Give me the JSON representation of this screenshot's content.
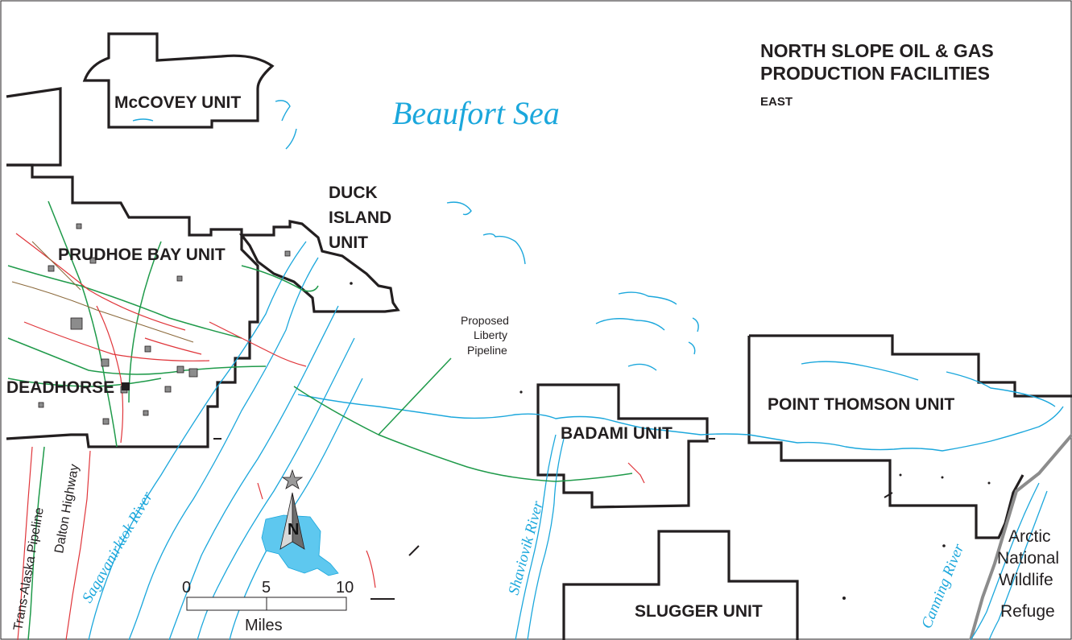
{
  "title": {
    "line1": "NORTH SLOPE OIL & GAS",
    "line2": "PRODUCTION FACILITIES",
    "subtitle": "EAST"
  },
  "water": {
    "sea": "Beaufort Sea"
  },
  "units": {
    "mccovey": "McCOVEY UNIT",
    "prudhoe": "PRUDHOE BAY UNIT",
    "duck_line1": "DUCK",
    "duck_line2": "ISLAND",
    "duck_line3": "UNIT",
    "badami": "BADAMI UNIT",
    "point_thomson": "POINT THOMSON UNIT",
    "slugger": "SLUGGER  UNIT"
  },
  "places": {
    "deadhorse": "DEADHORSE"
  },
  "annotations": {
    "liberty_line1": "Proposed",
    "liberty_line2": "Liberty",
    "liberty_line3": "Pipeline"
  },
  "rivers": {
    "sagavanirktok": "Sagavanirktok River",
    "shaviovik": "Shaviovik River",
    "canning": "Canning River"
  },
  "roads": {
    "dalton": "Dalton Highway",
    "taps": "Trans-Alaska  Pipeline"
  },
  "refuge": {
    "line1": "Arctic",
    "line2": "National",
    "line3": "Wildlife",
    "line4": "Refuge"
  },
  "scale": {
    "t0": "0",
    "t5": "5",
    "t10": "10",
    "unit": "Miles"
  },
  "colors": {
    "water": "#1ba7dc",
    "boundary": "#231f20",
    "pipeline": "#1f9a4a",
    "road": "#e0353a",
    "refuge_line": "#8c8c8c"
  }
}
